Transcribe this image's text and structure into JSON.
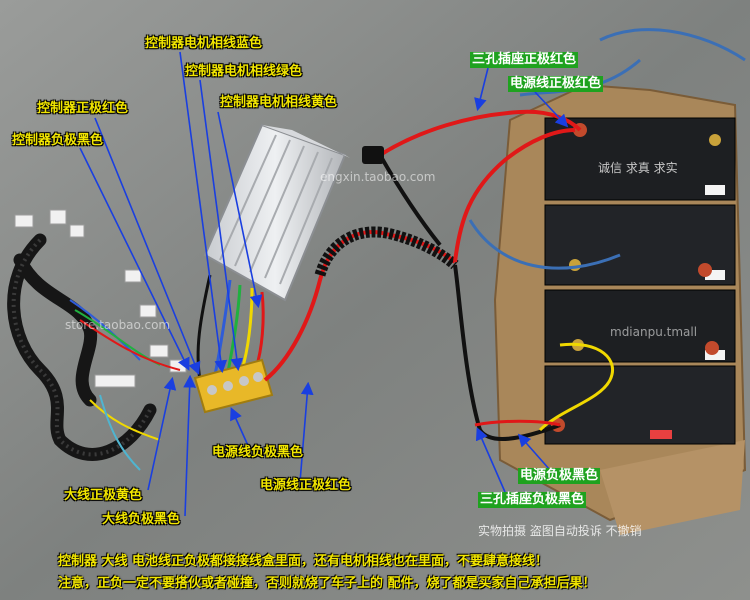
{
  "labels": {
    "motor_blue": "控制器电机相线蓝色",
    "motor_green": "控制器电机相线绿色",
    "motor_yellow": "控制器电机相线黄色",
    "ctrl_pos_red": "控制器正极红色",
    "ctrl_neg_black": "控制器负极黑色",
    "socket_pos_red": "三孔插座正极红色",
    "power_pos_red_top": "电源线正极红色",
    "power_neg_black": "电源线负极黑色",
    "power_pos_red_bottom": "电源线正极红色",
    "main_pos_yellow": "大线正极黄色",
    "main_neg_black": "大线负极黑色",
    "supply_neg_black": "电源负极黑色",
    "socket_neg_black": "三孔插座负极黑色"
  },
  "watermarks": {
    "photo_note": "实物拍摄 盗图自动投诉 不撤销",
    "url_top": "engxin.taobao.com",
    "url_mid": "store.taobao.com",
    "url_right": "mdianpu.tmall"
  },
  "battery_slogan": "诚信 求真 求实",
  "notes": {
    "line1": "控制器 大线 电池线正负极都接接线盒里面，还有电机相线也在里面，不要肆意接线！",
    "line2": "注意，正负一定不要搭伙或者碰撞，否则就烧了车子上的 配件，烧了都是买家自己承担后果！"
  },
  "colors": {
    "label_yellow": "#f2e600",
    "label_green_bg": "#1fa21f",
    "wire_red": "#e01818",
    "wire_blue": "#2f5cd8",
    "wire_green": "#20b040",
    "wire_yellow": "#f0d800",
    "arrow_blue": "#1a3fe0"
  }
}
